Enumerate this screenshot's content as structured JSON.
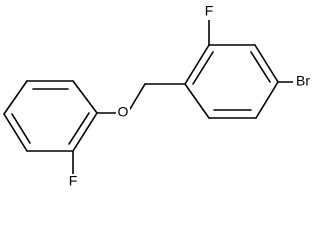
{
  "molecule": {
    "atoms": [
      {
        "id": "o_ether",
        "label": "O"
      },
      {
        "id": "f_phenyl",
        "label": "F"
      },
      {
        "id": "f_benzyl",
        "label": "F"
      },
      {
        "id": "br",
        "label": "Br"
      }
    ]
  }
}
